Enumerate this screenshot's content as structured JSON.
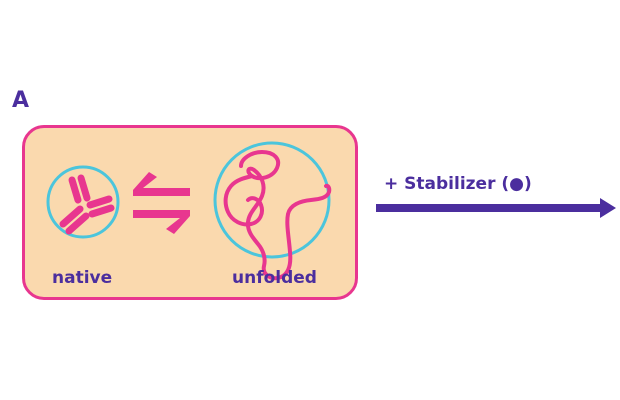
{
  "figure": {
    "panel_label": "A",
    "background_color": "#ffffff"
  },
  "equilibrium_panel": {
    "fill_color": "#FAD9AE",
    "border_color": "#E8368F",
    "states": [
      {
        "label": "native",
        "icon": "antibody-icon",
        "circle_color": "#4BC5DC",
        "molecule_color": "#E8368F"
      },
      {
        "label": "unfolded",
        "icon": "unfolded-chain-icon",
        "circle_color": "#4BC5DC",
        "molecule_color": "#E8368F"
      }
    ],
    "equilibrium_arrow": {
      "name": "equilibrium-arrows",
      "color": "#E8368F",
      "direction": "bidirectional"
    }
  },
  "treatment": {
    "label": "+ Stabilizer (",
    "symbol": "●",
    "label_suffix": ")",
    "full_label": "+ Stabilizer (●)",
    "arrow_color": "#4B2E9E",
    "text_color": "#4B2E9E",
    "arrow_direction": "right"
  },
  "colors": {
    "purple": "#4B2E9E",
    "magenta": "#E8368F",
    "cyan": "#4BC5DC",
    "peach": "#FAD9AE"
  }
}
